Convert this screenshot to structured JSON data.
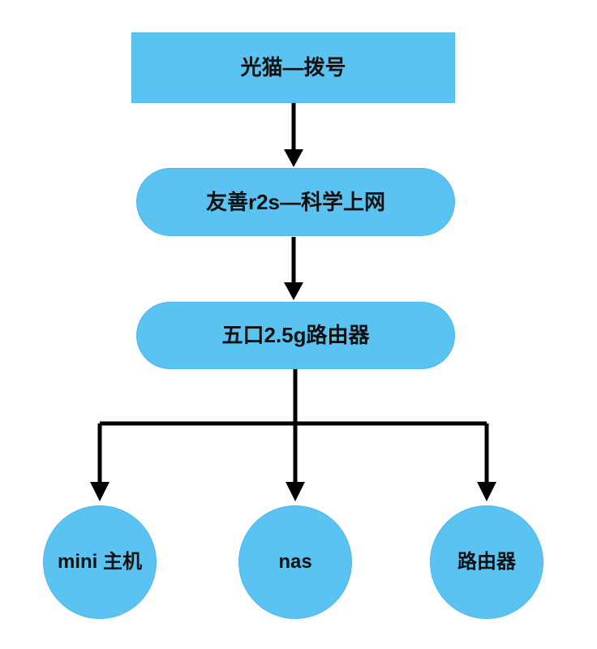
{
  "diagram": {
    "type": "flowchart",
    "background_color": "#ffffff",
    "node_fill_color": "#5ac3f1",
    "connector_color": "#000000",
    "text_color": "#111111",
    "nodes": {
      "modem": {
        "label": "光猫—拨号",
        "shape": "rectangle"
      },
      "r2s": {
        "label": "友善r2s—科学上网",
        "shape": "rounded-rectangle"
      },
      "switch5": {
        "label": "五口2.5g路由器",
        "shape": "rounded-rectangle"
      },
      "mini": {
        "label": "mini 主机",
        "shape": "circle"
      },
      "nas": {
        "label": "nas",
        "shape": "circle"
      },
      "router": {
        "label": "路由器",
        "shape": "circle"
      }
    },
    "edges": [
      {
        "from": "modem",
        "to": "r2s"
      },
      {
        "from": "r2s",
        "to": "switch5"
      },
      {
        "from": "switch5",
        "to": "mini"
      },
      {
        "from": "switch5",
        "to": "nas"
      },
      {
        "from": "switch5",
        "to": "router"
      }
    ]
  }
}
